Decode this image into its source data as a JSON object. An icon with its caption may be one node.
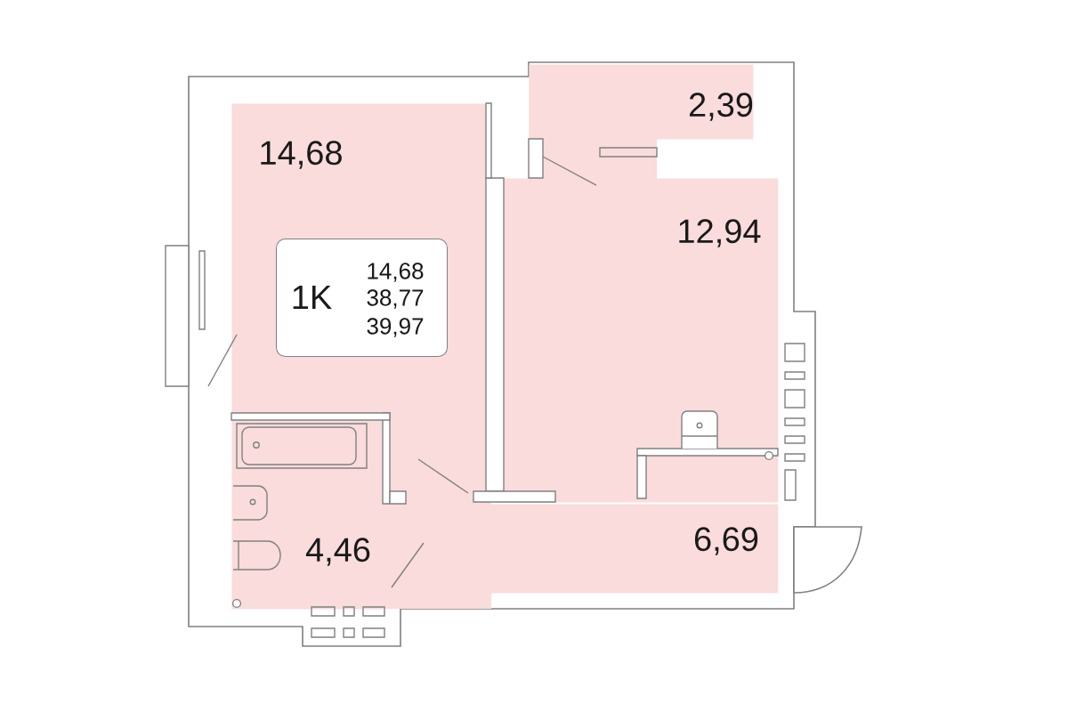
{
  "diagram": {
    "nodes": [
      {
        "text": [
          "14,68"
        ]
      },
      {
        "text": [
          "1K",
          "14,68",
          "38,77",
          "39,97"
        ],
        "in": 0
      },
      {
        "text": [
          "2,39"
        ]
      },
      {
        "text": [
          "12,94"
        ]
      },
      {
        "text": [
          "4,46"
        ]
      },
      {
        "text": [
          "6,69"
        ]
      }
    ]
  }
}
